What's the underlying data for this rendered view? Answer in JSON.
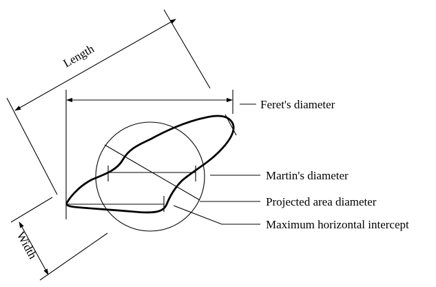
{
  "labels": {
    "length": "Length",
    "width": "Width",
    "ferets_diameter": "Feret's diameter",
    "martins_diameter": "Martin's diameter",
    "projected_area_diameter": "Projected area diameter",
    "maximum_horizontal_intercept": "Maximum horizontal intercept"
  }
}
